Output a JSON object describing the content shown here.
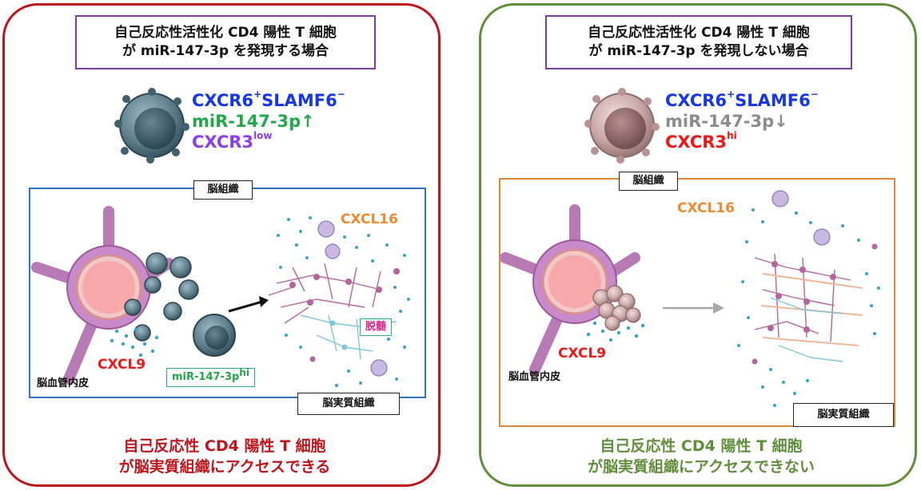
{
  "left": {
    "title_line1": "自己反応性活性化 CD4 陽性 T 細胞",
    "title_line2": "が miR-147-3p を発現する場合",
    "marker1_base": "CXCR6",
    "marker1_sup1": "+",
    "marker1_mid": "SLAMF6",
    "marker1_sup2": "−",
    "marker2": "miR-147-3p↑",
    "marker3_base": "CXCR3",
    "marker3_sup": "low",
    "tissue_label": "脳組織",
    "cxcl16": "CXCL16",
    "demyelination": "脱髄",
    "cxcl9": "CXCL9",
    "endothelium": "脳血管内皮",
    "mir_hi_base": "miR-147-3p",
    "mir_hi_sup": "hi",
    "parenchyma": "脳実質組織",
    "footer_line1": "自己反応性 CD4 陽性 T 細胞",
    "footer_line2": "が脳実質組織にアクセスできる",
    "border_color": "#c0141b"
  },
  "right": {
    "title_line1": "自己反応性活性化 CD4 陽性 T 細胞",
    "title_line2": "が miR-147-3p を発現しない場合",
    "marker1_base": "CXCR6",
    "marker1_sup1": "+",
    "marker1_mid": "SLAMF6",
    "marker1_sup2": "−",
    "marker2": "miR-147-3p↓",
    "marker3_base": "CXCR3",
    "marker3_sup": "hi",
    "tissue_label": "脳組織",
    "cxcl16": "CXCL16",
    "cxcl9": "CXCL9",
    "endothelium": "脳血管内皮",
    "parenchyma": "脳実質組織",
    "footer_line1": "自己反応性 CD4 陽性 T 細胞",
    "footer_line2": "が脳実質組織にアクセスできない",
    "border_color": "#5f8f3b"
  }
}
